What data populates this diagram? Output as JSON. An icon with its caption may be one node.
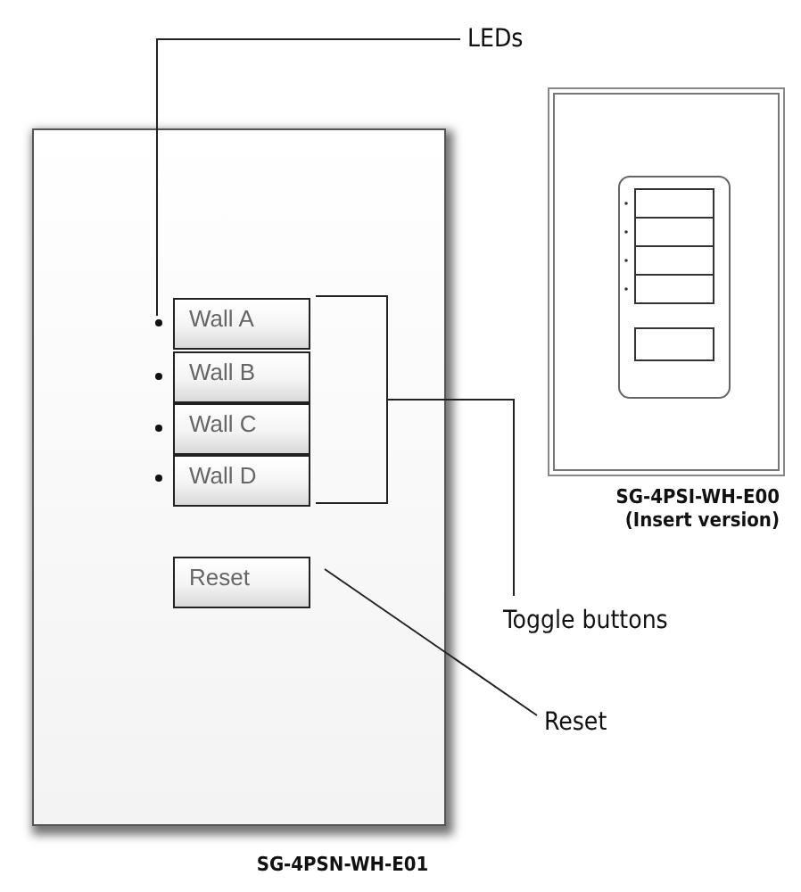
{
  "diagram": {
    "nodes": [
      {
        "text": [
          "LEDs"
        ]
      },
      {
        "text": [],
        "shape": "box",
        "beside": [
          "SG-4PSN-WH-E01"
        ]
      },
      {
        "text": [],
        "shape": "circle",
        "in": 1
      },
      {
        "text": [
          "Wall A"
        ],
        "in": 1
      },
      {
        "text": [],
        "shape": "circle",
        "in": 1
      },
      {
        "text": [
          "Wall B"
        ],
        "in": 1
      },
      {
        "text": [],
        "shape": "circle",
        "in": 1
      },
      {
        "text": [
          "Wall C"
        ],
        "in": 1
      },
      {
        "text": [],
        "shape": "circle",
        "in": 1
      },
      {
        "text": [
          "Wall D"
        ],
        "in": 1
      },
      {
        "text": [
          "Reset"
        ],
        "in": 1
      },
      {
        "text": [],
        "shape": "box",
        "beside": [
          "SG-4PSI-WH-E00",
          "(Insert version)"
        ]
      },
      {
        "text": [
          "Toggle buttons"
        ]
      },
      {
        "text": [
          "Reset"
        ]
      }
    ],
    "edges": [
      {
        "from": 0,
        "to": 2,
        "arrow": "none"
      },
      {
        "from": 12,
        "to": 3,
        "arrow": "none"
      },
      {
        "from": 12,
        "to": 9,
        "arrow": "none"
      },
      {
        "from": 13,
        "to": 10,
        "arrow": "none"
      }
    ]
  }
}
